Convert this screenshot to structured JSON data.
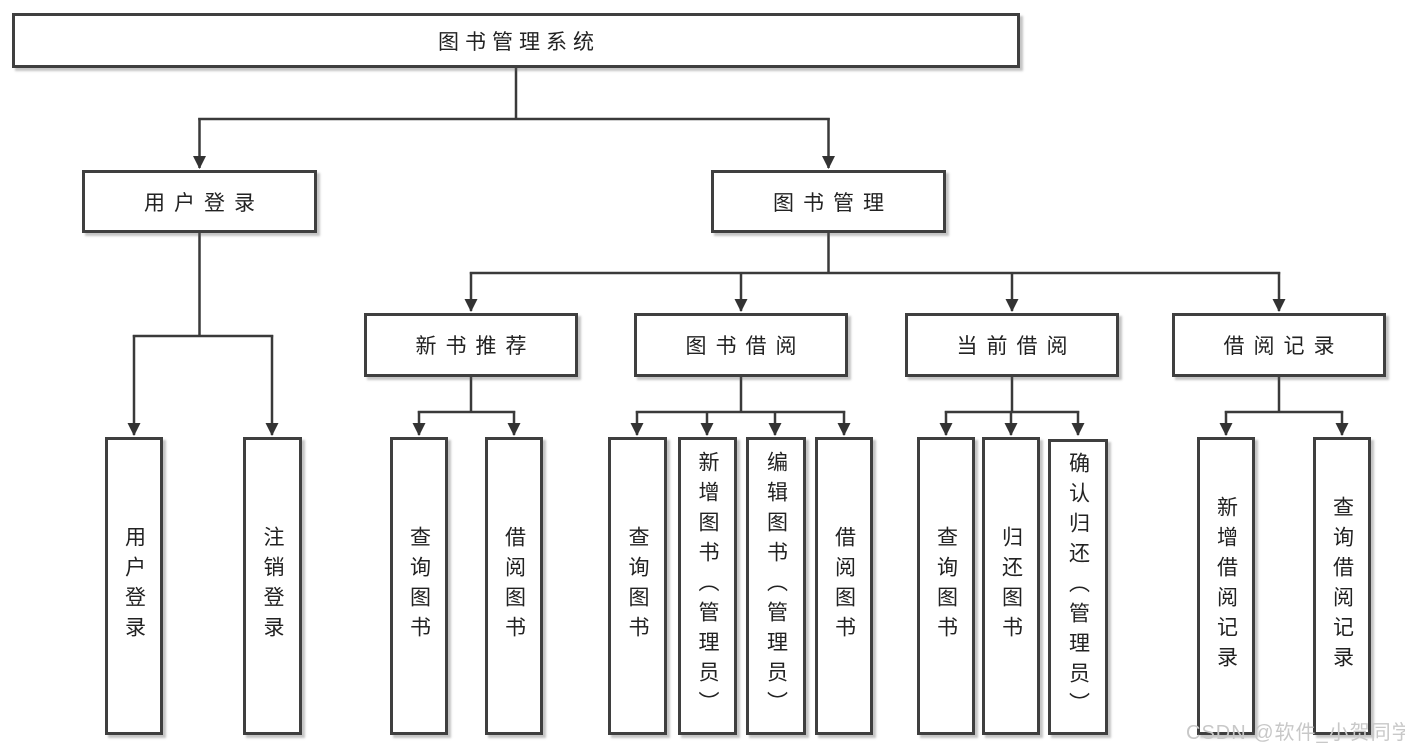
{
  "diagram": {
    "root": "图书管理系统",
    "level1": [
      "用户登录",
      "图书管理"
    ],
    "level2": [
      "新书推荐",
      "图书借阅",
      "当前借阅",
      "借阅记录"
    ],
    "leaves": {
      "user_login": [
        "用户登录",
        "注销登录"
      ],
      "new_book": [
        "查询图书",
        "借阅图书"
      ],
      "book_borrow": [
        "查询图书",
        "新增图书（管理员）",
        "编辑图书（管理员）",
        "借阅图书"
      ],
      "current_borrow": [
        "查询图书",
        "归还图书",
        "确认归还（管理员）"
      ],
      "borrow_records": [
        "新增借阅记录",
        "查询借阅记录"
      ]
    },
    "colors": {
      "line": "#3a3a3a",
      "box_border": "#3f3f3f",
      "text": "#222222"
    }
  },
  "watermark": {
    "text": "CSDN @软件_小贺同学",
    "color": "#c8c8c8"
  }
}
